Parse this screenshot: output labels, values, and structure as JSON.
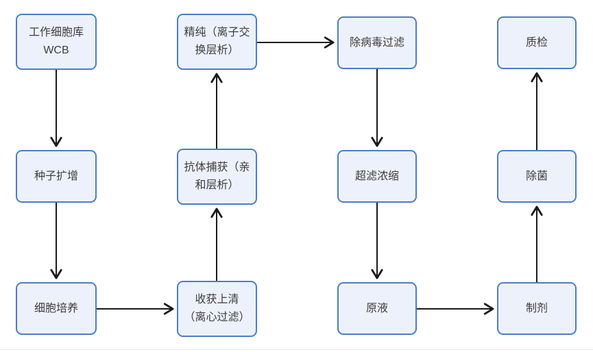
{
  "colors": {
    "background": "#ffffff",
    "node_fill": "#edf1fb",
    "node_border": "#4a7ccb",
    "node_text": "#3d3d3d",
    "arrow": "#1a1a1a"
  },
  "diagram_type": "flowchart",
  "nodes": [
    {
      "id": "working-cell-bank",
      "label": "工作细胞库\nWCB"
    },
    {
      "id": "seed-expansion",
      "label": "种子扩增"
    },
    {
      "id": "cell-culture",
      "label": "细胞培养"
    },
    {
      "id": "polishing-iex",
      "label": "精纯（离子交\n换层析）"
    },
    {
      "id": "antibody-capture",
      "label": "抗体捕获（亲\n和层析）"
    },
    {
      "id": "harvest-supernatant",
      "label": "收获上清\n（离心过滤）"
    },
    {
      "id": "viral-filtration",
      "label": "除病毒过滤"
    },
    {
      "id": "uf-concentration",
      "label": "超滤浓缩"
    },
    {
      "id": "bulk-solution",
      "label": "原液"
    },
    {
      "id": "quality-control",
      "label": "质检"
    },
    {
      "id": "sterile-filtration",
      "label": "除菌"
    },
    {
      "id": "formulation",
      "label": "制剂"
    }
  ],
  "edges": [
    {
      "from": "working-cell-bank",
      "to": "seed-expansion"
    },
    {
      "from": "seed-expansion",
      "to": "cell-culture"
    },
    {
      "from": "cell-culture",
      "to": "harvest-supernatant"
    },
    {
      "from": "harvest-supernatant",
      "to": "antibody-capture"
    },
    {
      "from": "antibody-capture",
      "to": "polishing-iex"
    },
    {
      "from": "polishing-iex",
      "to": "viral-filtration"
    },
    {
      "from": "viral-filtration",
      "to": "uf-concentration"
    },
    {
      "from": "uf-concentration",
      "to": "bulk-solution"
    },
    {
      "from": "bulk-solution",
      "to": "formulation"
    },
    {
      "from": "formulation",
      "to": "sterile-filtration"
    },
    {
      "from": "sterile-filtration",
      "to": "quality-control"
    }
  ]
}
